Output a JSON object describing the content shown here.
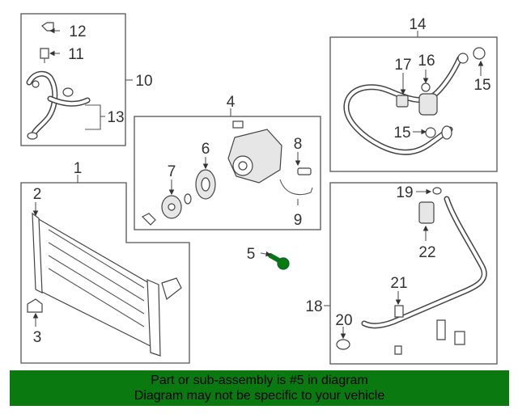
{
  "callouts": [
    "1",
    "2",
    "3",
    "4",
    "5",
    "6",
    "7",
    "8",
    "9",
    "10",
    "11",
    "12",
    "13",
    "14",
    "15",
    "15",
    "16",
    "17",
    "18",
    "19",
    "20",
    "21",
    "22"
  ],
  "highlight_color": "#0a7a10",
  "footer": {
    "line1": "Part or sub-assembly is #5 in diagram",
    "line2": "Diagram may not be specific to your vehicle"
  }
}
